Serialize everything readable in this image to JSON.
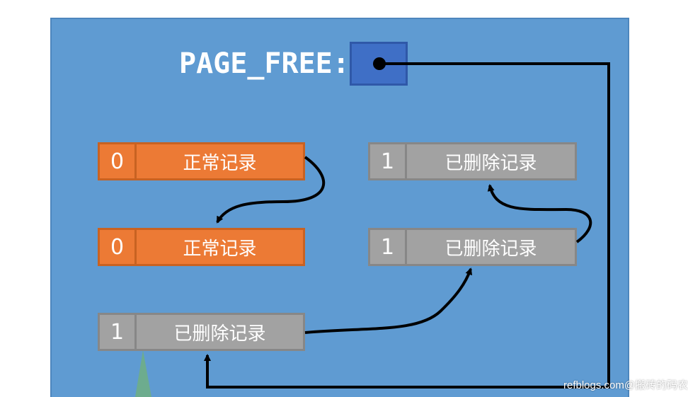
{
  "page_free": {
    "label": "PAGE_FREE:",
    "icon": "pointer-dot-icon"
  },
  "records": [
    {
      "flag": "0",
      "label": "正常记录",
      "kind": "normal"
    },
    {
      "flag": "0",
      "label": "正常记录",
      "kind": "normal"
    },
    {
      "flag": "1",
      "label": "已删除记录",
      "kind": "deleted"
    },
    {
      "flag": "1",
      "label": "已删除记录",
      "kind": "deleted"
    },
    {
      "flag": "1",
      "label": "已删除记录",
      "kind": "deleted"
    }
  ],
  "watermark": "refblogs.com@搬砖的码农",
  "colors": {
    "panel": "#5f9bd2",
    "normal_record": "#ec7a35",
    "deleted_record": "#a2a2a2",
    "page_free_box": "#3f6fc6",
    "arrow": "#000000"
  }
}
